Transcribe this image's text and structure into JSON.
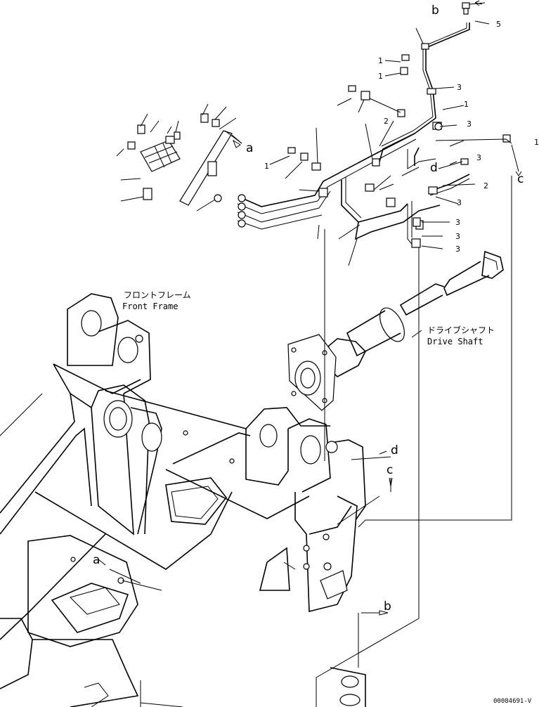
{
  "diagram": {
    "callouts": {
      "b_top": "b",
      "a_upper": "a",
      "d_upper": "d",
      "c_upper": "c",
      "d_lower": "d",
      "c_lower": "c",
      "a_lower": "a",
      "b_lower": "b"
    },
    "part_numbers": {
      "n1": "5",
      "n2": "1",
      "n3": "1",
      "n4": "3",
      "n5": "1",
      "n6": "3",
      "n7": "1",
      "n8": "3",
      "n9": "1",
      "n10": "2",
      "n11": "3",
      "n12": "3",
      "n13": "3",
      "n14": "2",
      "n15": "3"
    },
    "labels": {
      "front_frame_jp": "フロントフレーム",
      "front_frame_en": "Front Frame",
      "drive_shaft_jp": "ドライブシャフト",
      "drive_shaft_en": "Drive Shaft"
    },
    "drawing_code": "00084691-V"
  }
}
